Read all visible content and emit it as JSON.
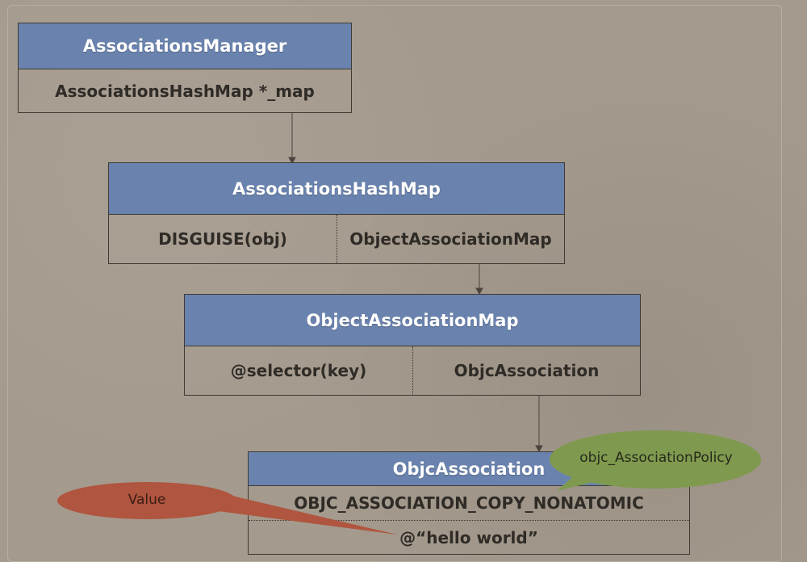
{
  "associations_manager": {
    "title": "AssociationsManager",
    "field": "AssociationsHashMap *_map"
  },
  "associations_hash_map": {
    "title": "AssociationsHashMap",
    "key": "DISGUISE(obj)",
    "value": "ObjectAssociationMap"
  },
  "object_association_map": {
    "title": "ObjectAssociationMap",
    "key": "@selector(key)",
    "value": "ObjcAssociation"
  },
  "objc_association": {
    "title": "ObjcAssociation",
    "policy": "OBJC_ASSOCIATION_COPY_NONATOMIC",
    "value": "@“hello world”"
  },
  "callouts": {
    "policy_label": "objc_AssociationPolicy",
    "value_label": "Value"
  },
  "colors": {
    "header_blue": "#6a83ae",
    "policy_bubble": "#7f9a4f",
    "value_bubble": "#b0553f"
  }
}
